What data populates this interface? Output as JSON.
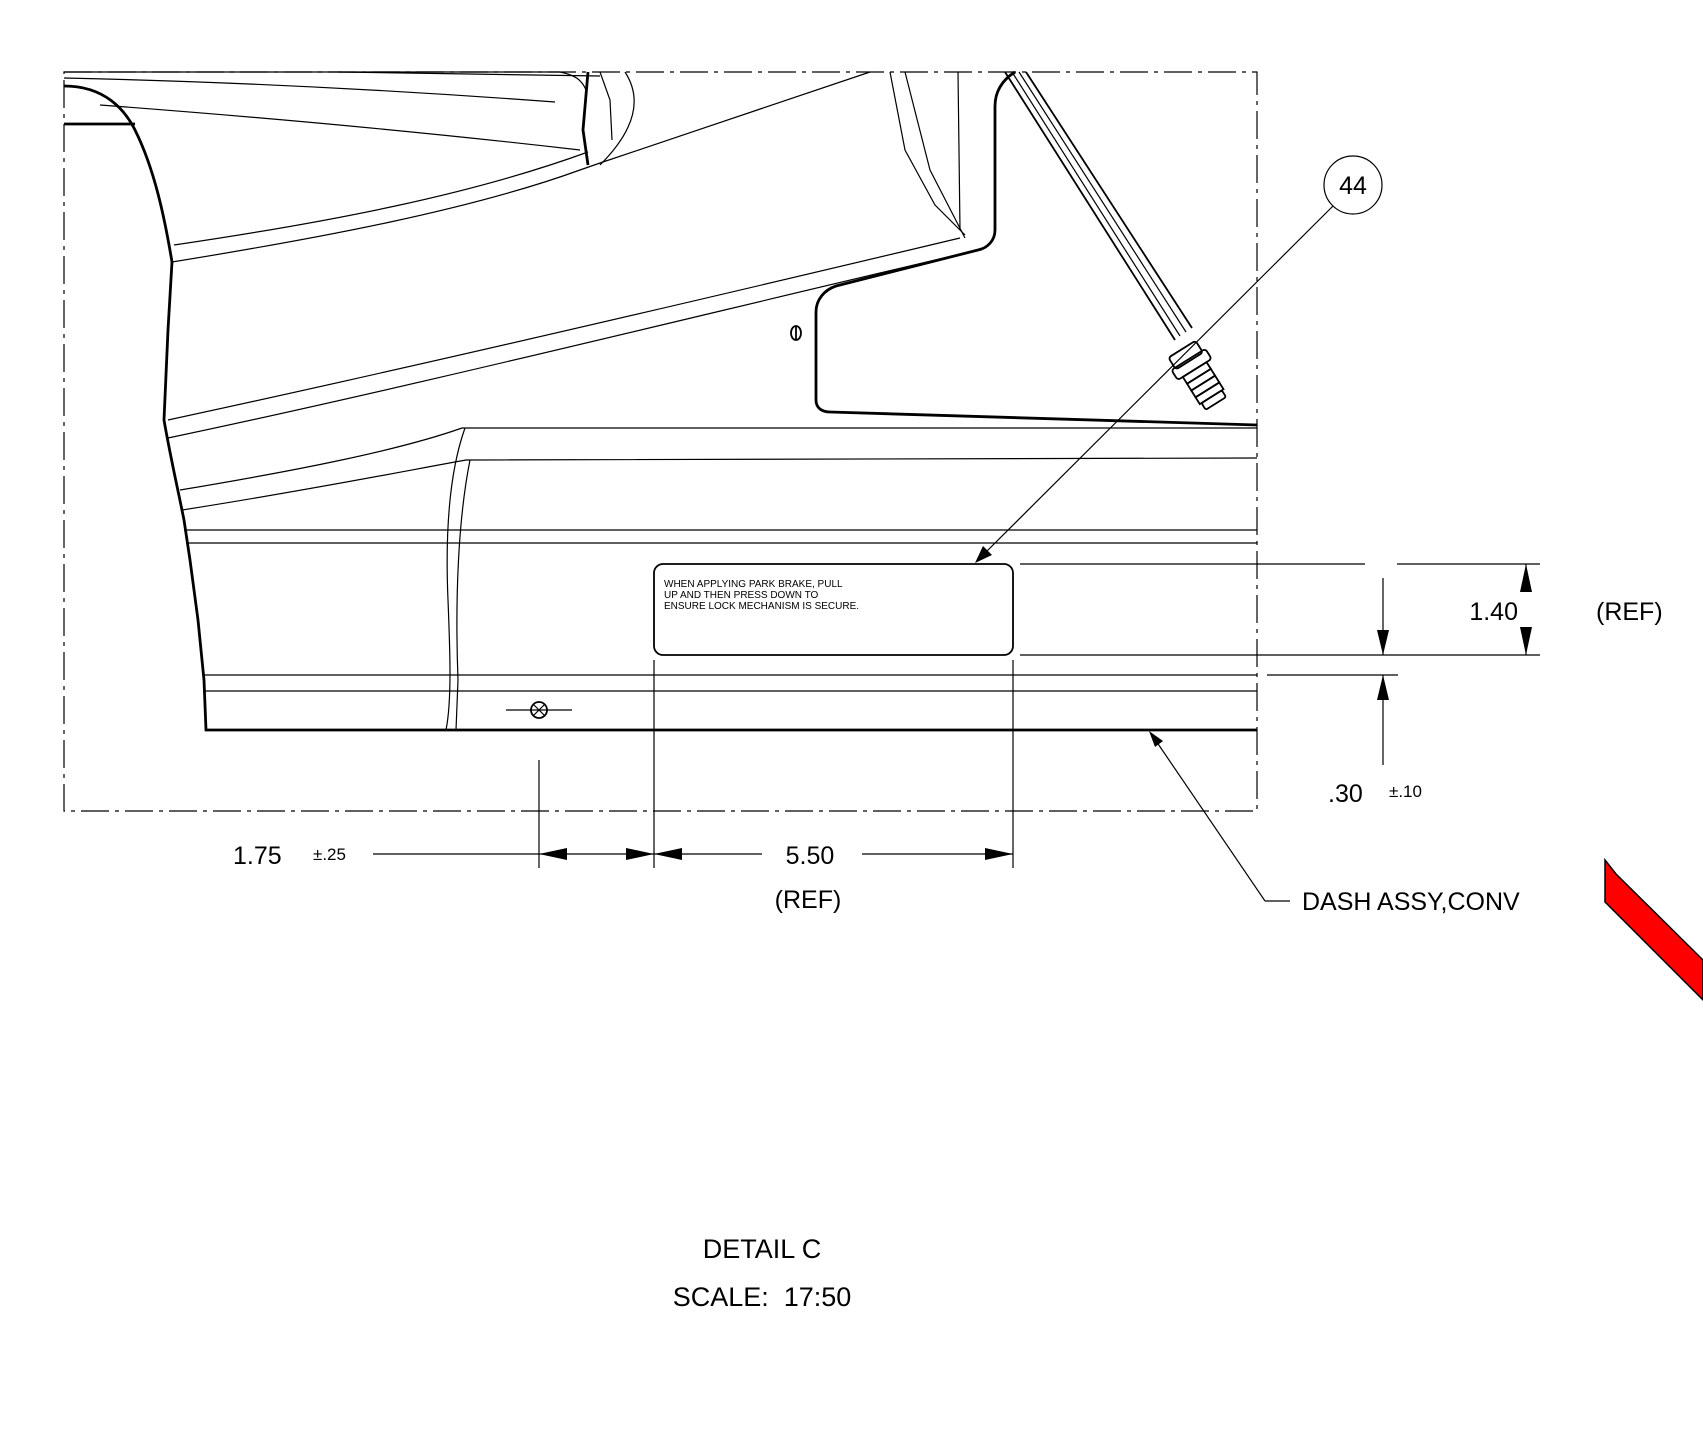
{
  "balloon": {
    "number": "44"
  },
  "label_text": {
    "line1": "WHEN APPLYING PARK BRAKE, PULL",
    "line2": "UP AND THEN PRESS DOWN TO",
    "line3": "ENSURE LOCK MECHANISM IS SECURE."
  },
  "dimensions": {
    "height": {
      "value": "1.40",
      "note": "(REF)"
    },
    "offset_vertical": {
      "value": ".30",
      "tolerance": "±.10"
    },
    "offset_horizontal": {
      "value": "1.75",
      "tolerance": "±.25"
    },
    "width": {
      "value": "5.50",
      "note": "(REF)"
    }
  },
  "callout": {
    "text": "DASH ASSY,CONV"
  },
  "detail": {
    "title": "DETAIL C",
    "scale": "SCALE:  17:50"
  },
  "colors": {
    "line": "#000000",
    "marker": "#ff0000",
    "background": "#ffffff"
  }
}
